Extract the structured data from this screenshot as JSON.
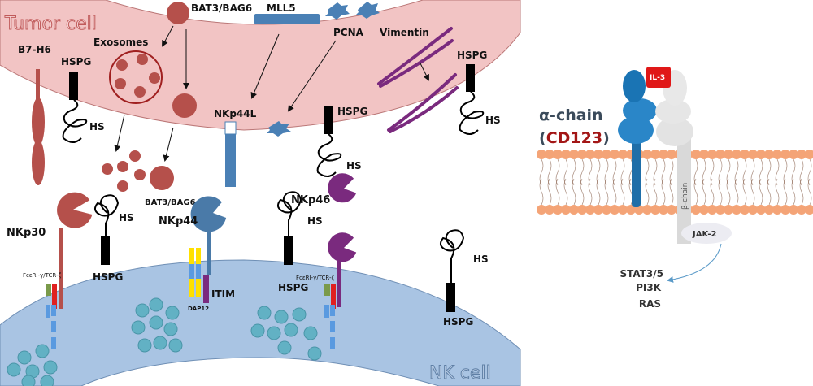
{
  "left_panel": {
    "tumor_cell_label": "Tumor cell",
    "nk_cell_label": "NK cell",
    "ligands": {
      "bat3_top": "BAT3/BAG6",
      "mll5": "MLL5",
      "pcna": "PCNA",
      "vimentin": "Vimentin",
      "exosomes": "Exosomes",
      "b7h6": "B7-H6",
      "nkp44l": "NKp44L",
      "bat3_bottom": "BAT3/BAG6",
      "hspg": "HSPG",
      "hs": "HS"
    },
    "receptors": {
      "nkp30": "NKp30",
      "nkp44": "NKp44",
      "nkp46": "NKp46",
      "fc_chain": "FcεRI-γ/TCR-ζ",
      "dap12": "DAP12",
      "itim": "ITIM"
    },
    "colors": {
      "tumor": "#f2c4c4",
      "nk": "#a9c4e3",
      "bat3": "#b5504b",
      "nkp44": "#4577a8",
      "nkp46": "#7a2a7e",
      "vesicle": "#62b1c4"
    }
  },
  "right_panel": {
    "alpha_chain": "α-chain",
    "cd123": "CD123",
    "il3": "IL-3",
    "beta_chain": "β-chain",
    "jak2": "JAK-2",
    "pathways": [
      "STAT3/5",
      "PI3K",
      "RAS"
    ],
    "colors": {
      "alpha": "#2a86c8",
      "cd123": "#a31616",
      "il3": "#e01818",
      "membrane": "#f4a477"
    }
  }
}
